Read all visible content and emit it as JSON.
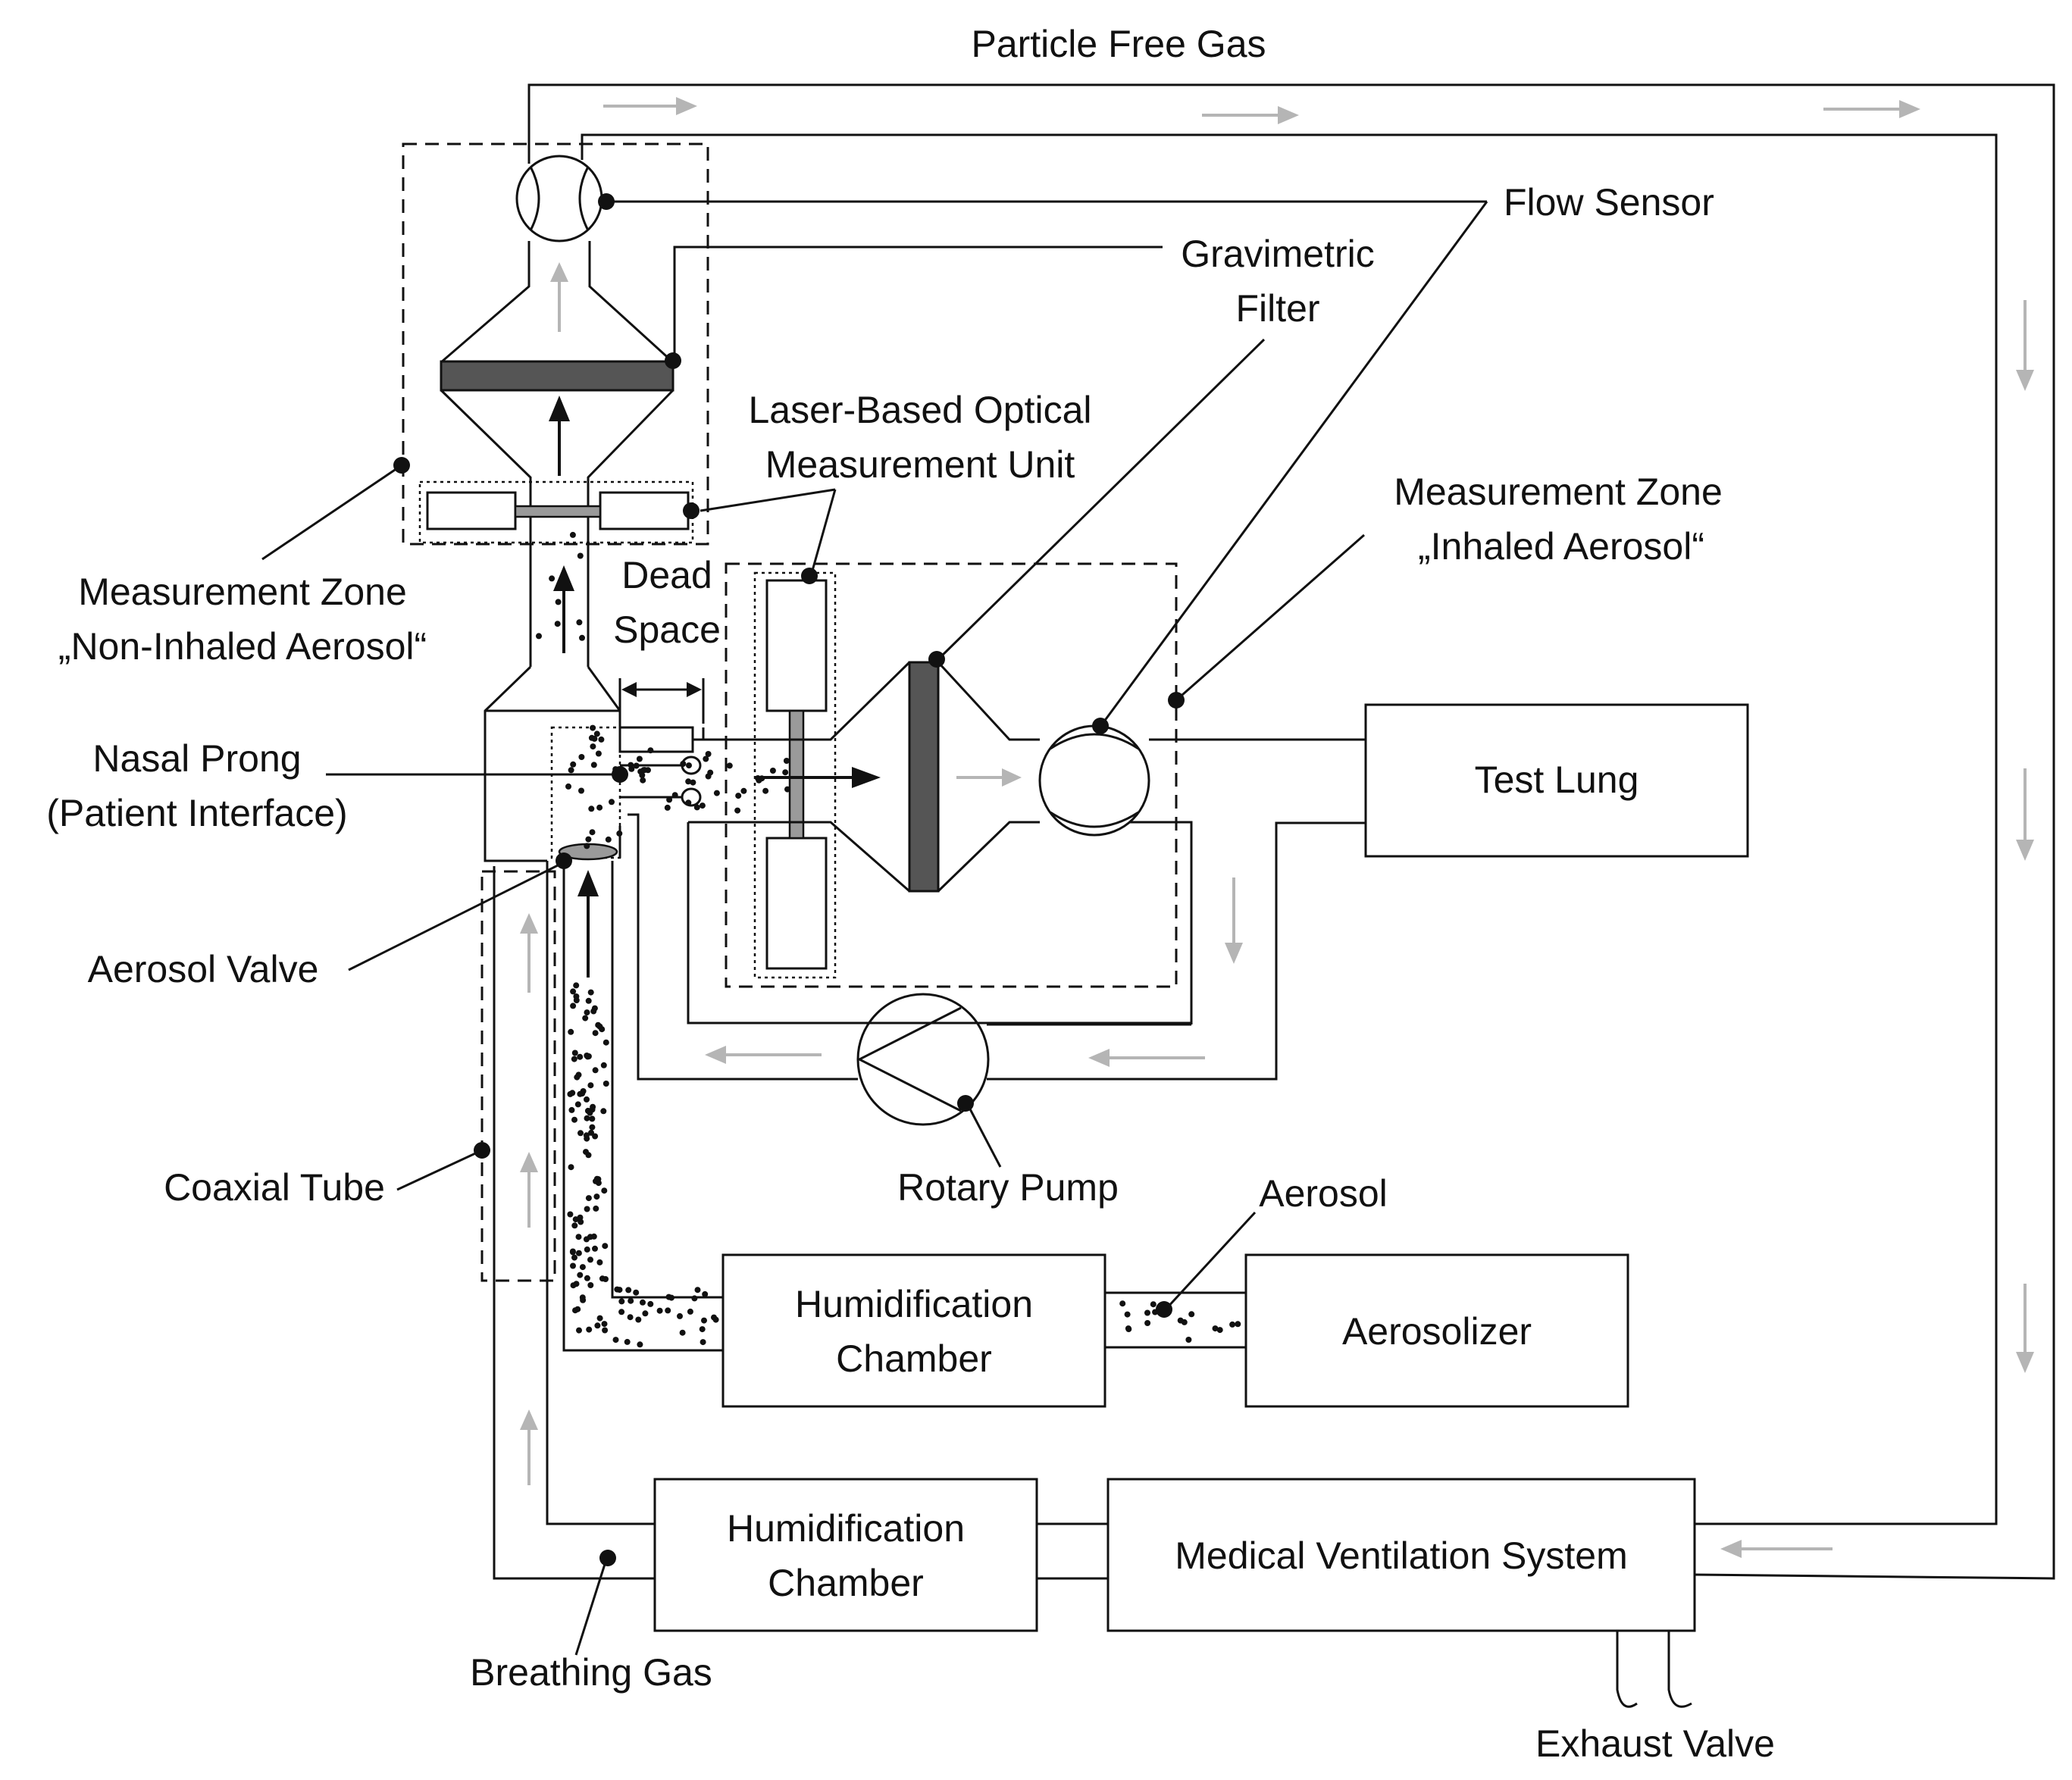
{
  "labels": {
    "particle_free_gas": "Particle Free Gas",
    "flow_sensor": "Flow Sensor",
    "gravimetric_filter_line1": "Gravimetric",
    "gravimetric_filter_line2": "Filter",
    "laser_unit_line1": "Laser-Based Optical",
    "laser_unit_line2": "Measurement Unit",
    "zone_inhaled_line1": "Measurement Zone",
    "zone_inhaled_line2": "„Inhaled Aerosol“",
    "zone_noninhaled_line1": "Measurement Zone",
    "zone_noninhaled_line2": "„Non-Inhaled Aerosol“",
    "dead_space_line1": "Dead",
    "dead_space_line2": "Space",
    "nasal_prong_line1": "Nasal Prong",
    "nasal_prong_line2": "(Patient Interface)",
    "aerosol_valve": "Aerosol Valve",
    "coaxial_tube": "Coaxial Tube",
    "rotary_pump": "Rotary Pump",
    "aerosol": "Aerosol",
    "breathing_gas": "Breathing Gas",
    "exhaust_valve": "Exhaust Valve"
  },
  "boxes": {
    "test_lung": "Test Lung",
    "humidification_upper_line1": "Humidification",
    "humidification_upper_line2": "Chamber",
    "aerosolizer": "Aerosolizer",
    "humidification_lower_line1": "Humidification",
    "humidification_lower_line2": "Chamber",
    "medical_ventilation": "Medical Ventilation System"
  },
  "colors": {
    "line": "#111111",
    "flow_arrow": "#b5b5b5",
    "filter": "#555555",
    "valve": "#9a9a9a"
  }
}
